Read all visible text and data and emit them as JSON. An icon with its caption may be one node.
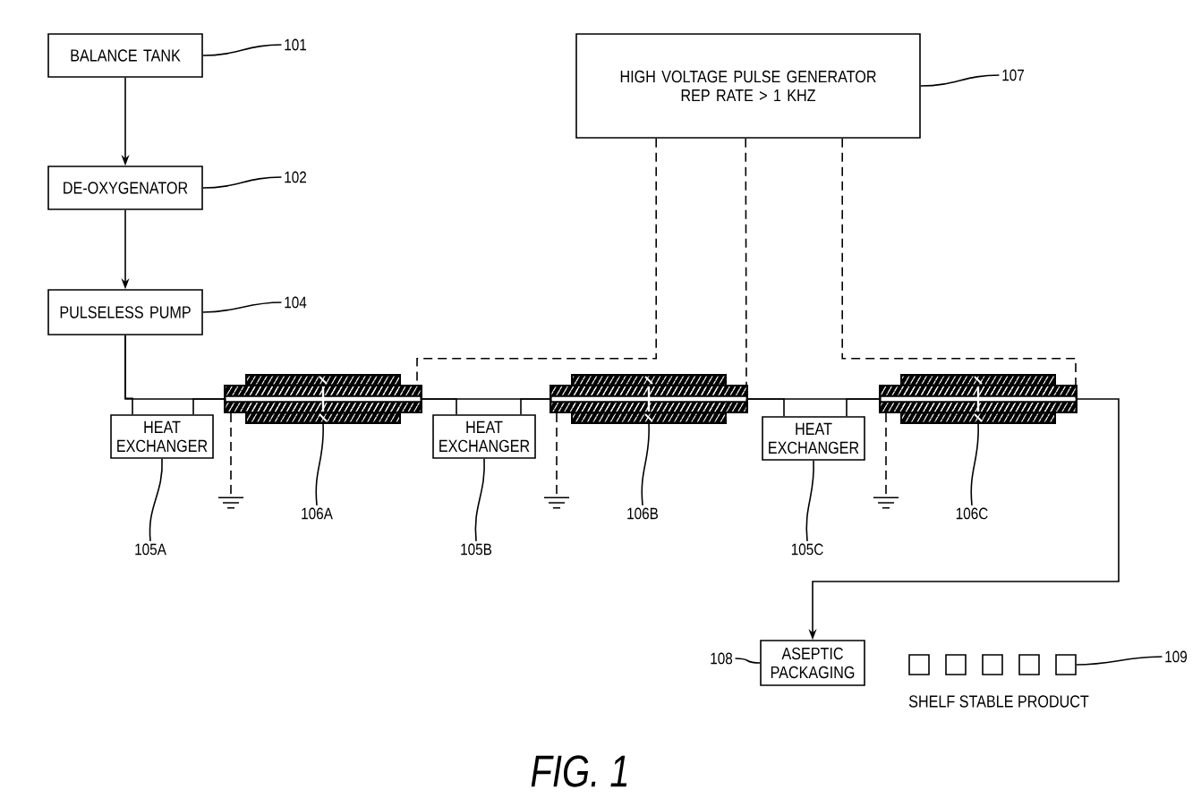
{
  "diagram": {
    "nodes": [
      {
        "text": [
          "BALANCE TANK"
        ]
      },
      {
        "text": [
          "101"
        ]
      },
      {
        "text": [
          "HIGH VOLTAGE PULSE GENERATOR",
          "REP RATE > 1 KHZ"
        ]
      },
      {
        "text": [
          "107"
        ]
      },
      {
        "text": [
          "DE-OXYGENATOR"
        ]
      },
      {
        "text": [
          "102"
        ]
      },
      {
        "text": [
          "PULSELESS PUMP"
        ]
      },
      {
        "text": [
          "104"
        ]
      },
      {
        "text": [],
        "shape": "tube"
      },
      {
        "text": [],
        "shape": "tube"
      },
      {
        "text": [],
        "shape": "tube"
      },
      {
        "text": [
          "HEAT EXCHANGER"
        ]
      },
      {
        "text": [
          "HEAT EXCHANGER"
        ]
      },
      {
        "text": [
          "HEAT EXCHANGER"
        ]
      },
      {
        "text": [],
        "shape": "ground"
      },
      {
        "text": [],
        "shape": "ground"
      },
      {
        "text": [],
        "shape": "ground"
      },
      {
        "text": [
          "106A"
        ]
      },
      {
        "text": [
          "106B"
        ]
      },
      {
        "text": [
          "106C"
        ]
      },
      {
        "text": [
          "105A"
        ]
      },
      {
        "text": [
          "105B"
        ]
      },
      {
        "text": [
          "105C"
        ]
      },
      {
        "text": [
          "108"
        ]
      },
      {
        "text": [
          "ASEPTIC PACKAGING"
        ]
      },
      {
        "text": [],
        "shape": "box"
      },
      {
        "text": [],
        "shape": "box"
      },
      {
        "text": [],
        "shape": "box"
      },
      {
        "text": [],
        "shape": "box"
      },
      {
        "text": [],
        "shape": "box"
      },
      {
        "text": [
          "109"
        ]
      }
    ],
    "edges": [
      {
        "from": 0,
        "to": 4,
        "arrow": "to"
      },
      {
        "from": 4,
        "to": 6,
        "arrow": "to"
      },
      {
        "from": 6,
        "to": 8,
        "arrow": "none"
      },
      {
        "from": 6,
        "to": 11,
        "arrow": "none"
      },
      {
        "from": 11,
        "to": 8,
        "arrow": "none"
      },
      {
        "from": 8,
        "to": 9,
        "arrow": "none"
      },
      {
        "from": 8,
        "to": 12,
        "arrow": "none"
      },
      {
        "from": 12,
        "to": 9,
        "arrow": "none"
      },
      {
        "from": 9,
        "to": 10,
        "arrow": "none"
      },
      {
        "from": 9,
        "to": 13,
        "arrow": "none"
      },
      {
        "from": 13,
        "to": 10,
        "arrow": "none"
      },
      {
        "from": 10,
        "to": 24,
        "arrow": "to"
      },
      {
        "from": 2,
        "to": 8,
        "arrow": "none",
        "style": "dashed"
      },
      {
        "from": 2,
        "to": 9,
        "arrow": "none",
        "style": "dashed"
      },
      {
        "from": 2,
        "to": 10,
        "arrow": "none",
        "style": "dashed"
      },
      {
        "from": 8,
        "to": 14,
        "arrow": "none",
        "style": "dashed"
      },
      {
        "from": 9,
        "to": 15,
        "arrow": "none",
        "style": "dashed"
      },
      {
        "from": 10,
        "to": 16,
        "arrow": "none",
        "style": "dashed"
      },
      {
        "from": 1,
        "to": 0,
        "arrow": "none"
      },
      {
        "from": 3,
        "to": 2,
        "arrow": "none"
      },
      {
        "from": 5,
        "to": 4,
        "arrow": "none"
      },
      {
        "from": 7,
        "to": 6,
        "arrow": "none"
      },
      {
        "from": 17,
        "to": 8,
        "arrow": "none"
      },
      {
        "from": 18,
        "to": 9,
        "arrow": "none"
      },
      {
        "from": 19,
        "to": 10,
        "arrow": "none"
      },
      {
        "from": 20,
        "to": 11,
        "arrow": "none"
      },
      {
        "from": 21,
        "to": 12,
        "arrow": "none"
      },
      {
        "from": 22,
        "to": 13,
        "arrow": "none"
      },
      {
        "from": 23,
        "to": 24,
        "arrow": "none"
      },
      {
        "from": 30,
        "to": 29,
        "arrow": "none"
      }
    ],
    "labels": [
      "SHELF STABLE PRODUCT"
    ],
    "caption": "FIG. 1"
  }
}
